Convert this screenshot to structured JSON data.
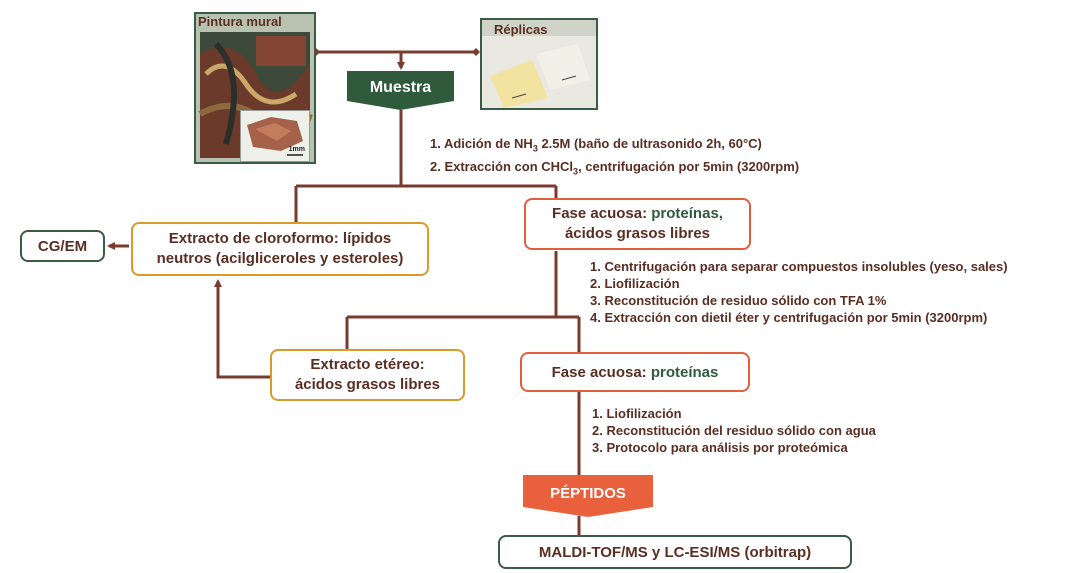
{
  "photos": {
    "mural_label": "Pintura mural",
    "scale_label": "1mm",
    "replicas_label": "Réplicas"
  },
  "muestra": "Muestra",
  "steps1": {
    "line1_pre": "1. Adición de NH",
    "line1_sub": "3",
    "line1_post": " 2.5M (baño de ultrasonido 2h, 60°C)",
    "line2_pre": "2. Extracción con CHCl",
    "line2_sub": "3",
    "line2_post": ", centrifugación por 5min (3200rpm)"
  },
  "cgem": "CG/EM",
  "cloroformo": {
    "line1": "Extracto de cloroformo: lípidos",
    "line2": "neutros (acilgliceroles y esteroles)"
  },
  "fase1": {
    "line1_pre": "Fase acuosa: ",
    "line1_green": "proteínas,",
    "line2": "ácidos grasos libres"
  },
  "steps2": [
    "1. Centrifugación para separar compuestos insolubles (yeso, sales)",
    "2. Liofilización",
    "3. Reconstitución de residuo sólido con TFA 1%",
    "4. Extracción con dietil éter y centrifugación por 5min (3200rpm)"
  ],
  "etereo": {
    "line1": "Extracto etéreo:",
    "line2": "ácidos grasos libres"
  },
  "fase2": {
    "pre": "Fase acuosa: ",
    "green": "proteínas"
  },
  "steps3": [
    "1. Liofilización",
    "2. Reconstitución del residuo sólido con agua",
    "3. Protocolo para análisis por proteómica"
  ],
  "peptidos": "PÉPTIDOS",
  "maldi": "MALDI-TOF/MS y LC-ESI/MS (orbitrap)",
  "colors": {
    "connector": "#7a3b2e",
    "orange_border": "#d99a2b",
    "red_border": "#e15f3d",
    "green_border": "#3a5b44",
    "muestra_fill": "#2f5a3c",
    "peptidos_fill": "#e8603c"
  }
}
